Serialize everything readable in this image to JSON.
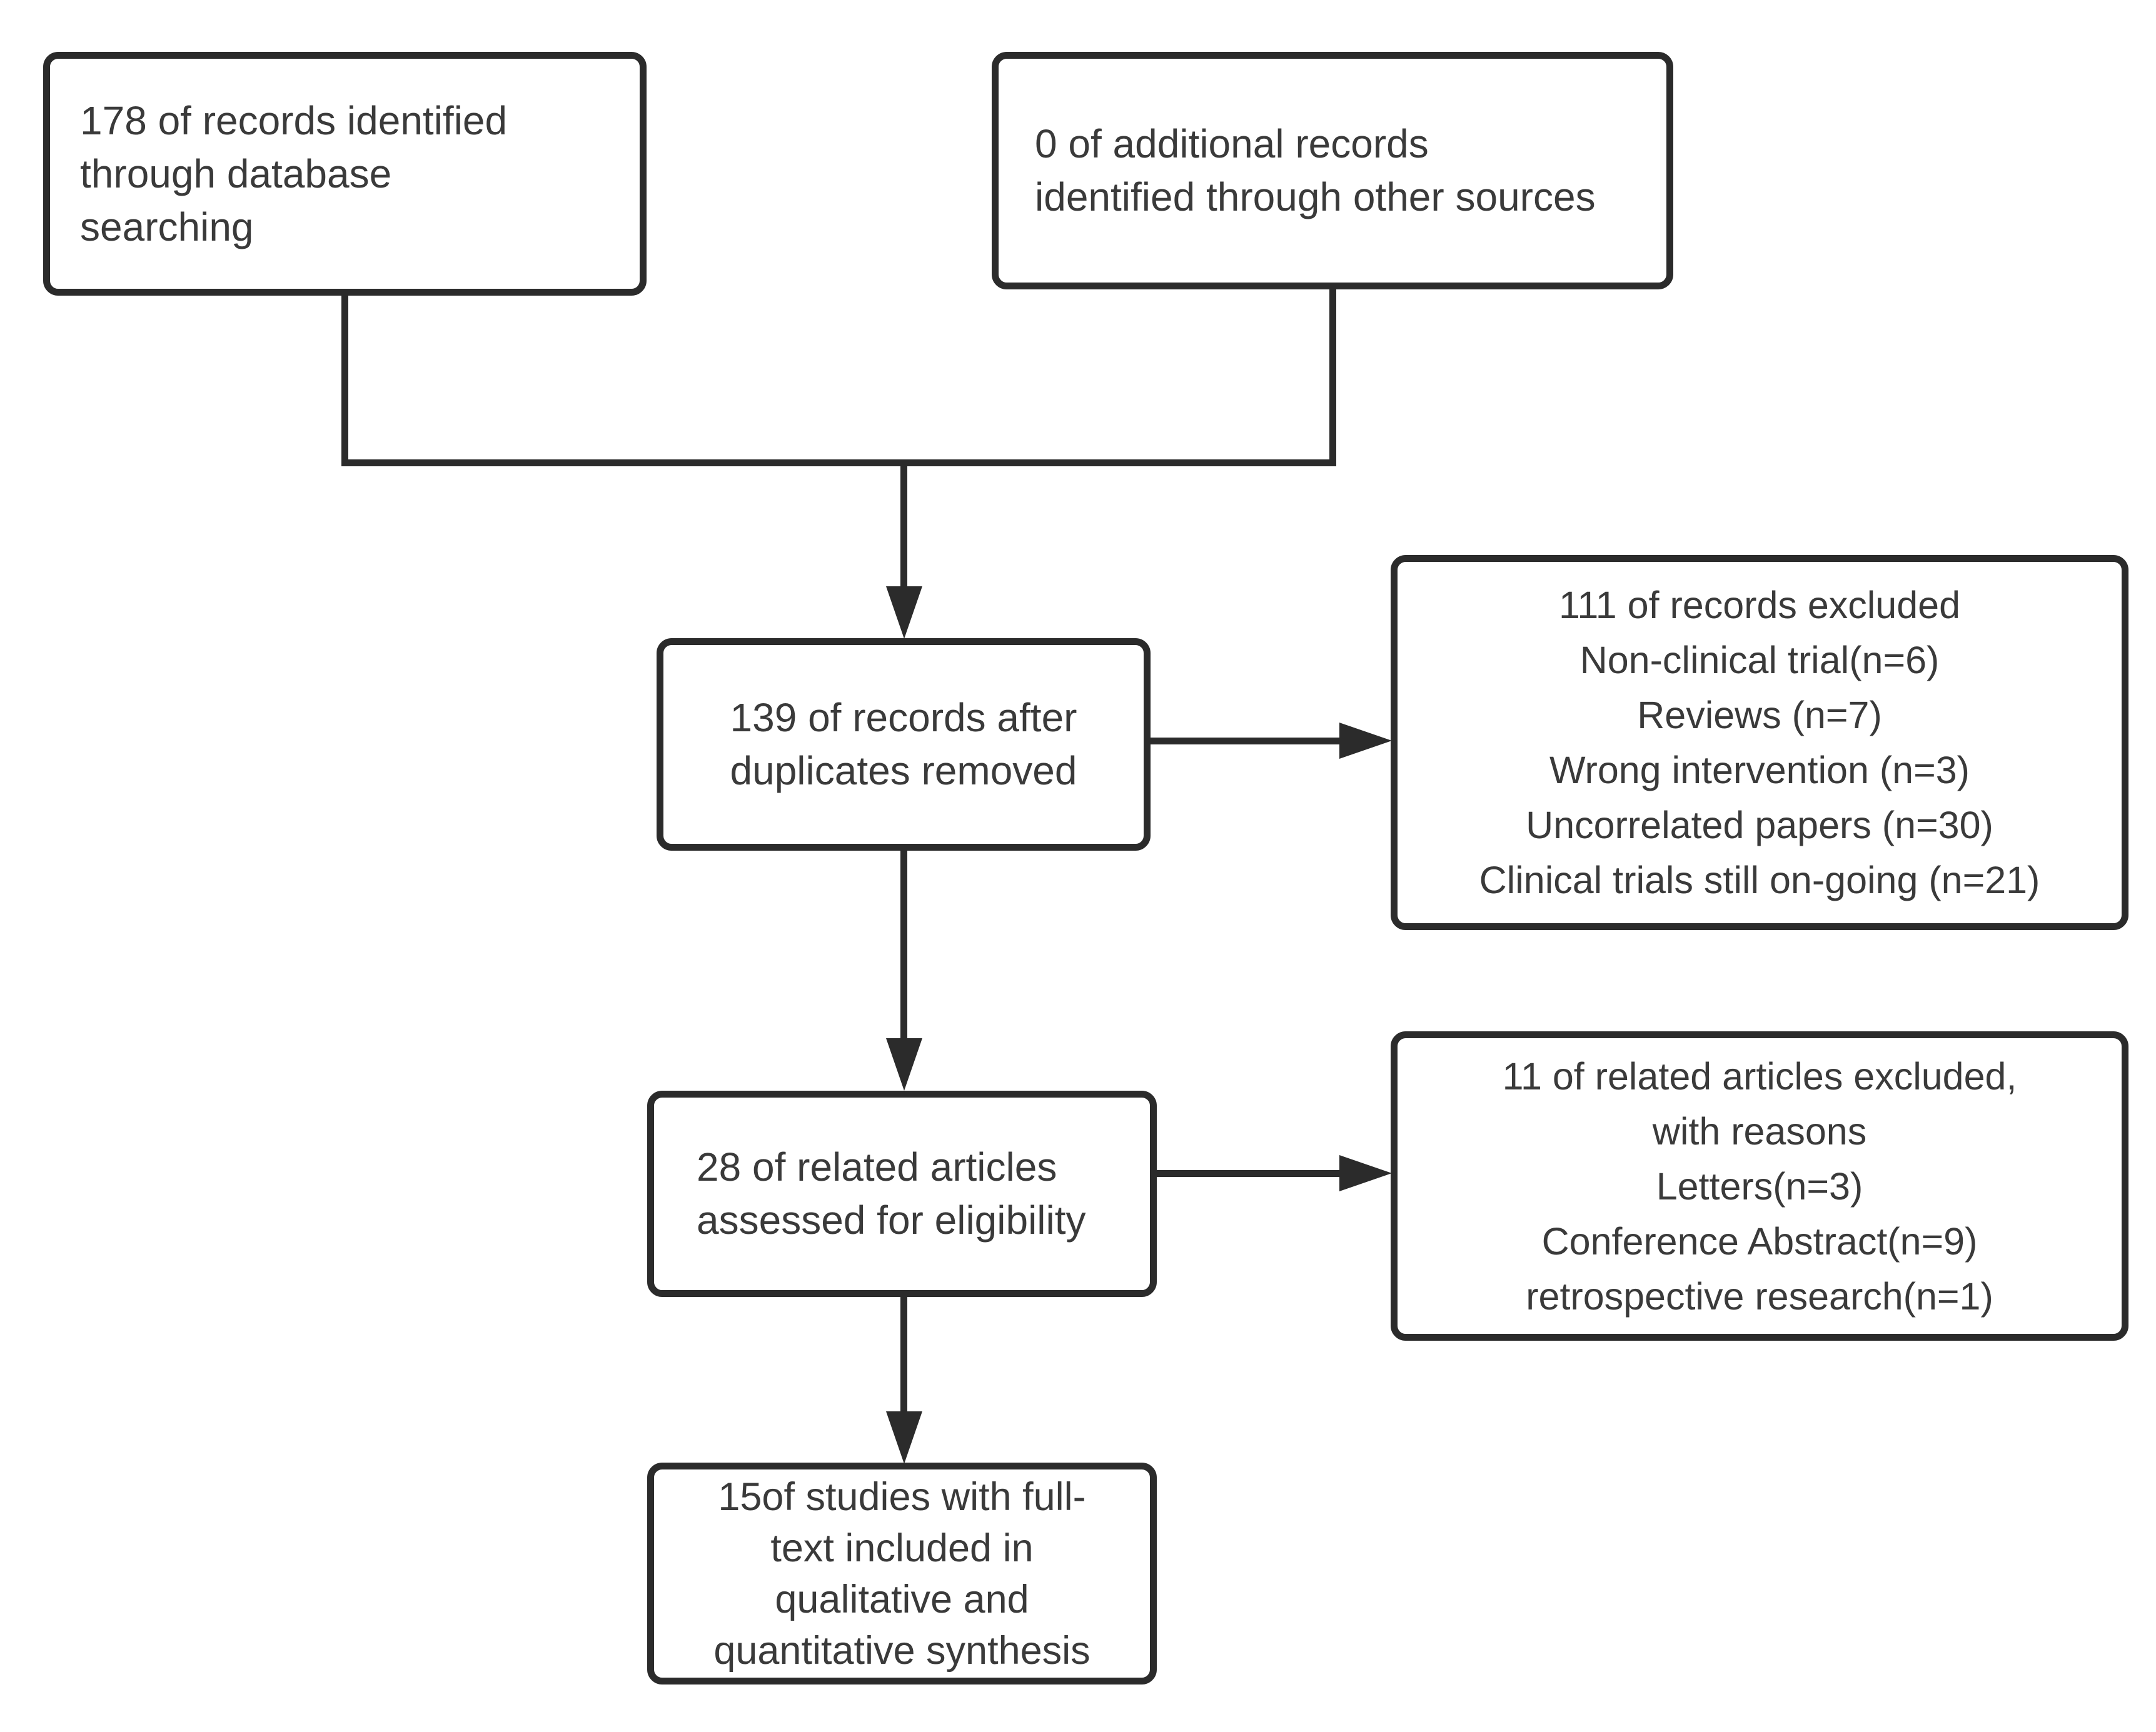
{
  "diagram": {
    "type": "flowchart",
    "subject": "study-selection-flow",
    "colors": {
      "ink": "#2b2b2b",
      "text": "#3a3a3a",
      "background": "#ffffff"
    },
    "boxes": {
      "identified_database": {
        "text": "178 of records identified\nthrough database\nsearching",
        "count": 178
      },
      "identified_other": {
        "text": "0 of additional records\nidentified through other sources",
        "count": 0
      },
      "after_duplicates": {
        "text": "139 of records after\nduplicates removed",
        "count": 139
      },
      "records_excluded": {
        "text": "111 of records excluded\nNon-clinical trial(n=6)\nReviews (n=7)\nWrong intervention (n=3)\nUncorrelated papers (n=30)\nClinical trials still on-going (n=21)",
        "count": 111
      },
      "assessed_eligibility": {
        "text": "28 of related articles\nassessed for eligibility",
        "count": 28
      },
      "articles_excluded": {
        "text": "11 of related articles excluded,\nwith reasons\nLetters(n=3)\nConference Abstract(n=9)\nretrospective research(n=1)",
        "count": 11
      },
      "included_synthesis": {
        "text": "15of studies with full-\ntext included in\nqualitative and\nquantitative synthesis",
        "count": 15
      }
    }
  }
}
